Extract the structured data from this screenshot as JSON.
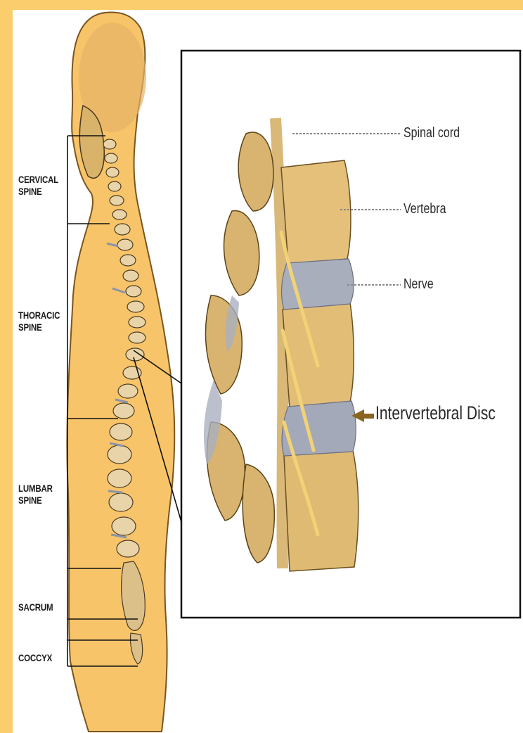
{
  "regions": [
    {
      "id": "cervical",
      "line1": "CERVICAL",
      "line2": "SPINE"
    },
    {
      "id": "thoracic",
      "line1": "THORACIC",
      "line2": "SPINE"
    },
    {
      "id": "lumbar",
      "line1": "LUMBAR",
      "line2": "SPINE"
    },
    {
      "id": "sacrum",
      "line1": "SACRUM",
      "line2": ""
    },
    {
      "id": "coccyx",
      "line1": "COCCYX",
      "line2": ""
    }
  ],
  "callouts": {
    "spinal_cord": "Spinal cord",
    "vertebra": "Vertebra",
    "nerve": "Nerve",
    "disc": "Intervertebral Disc"
  },
  "colors": {
    "frame": "#fccd6c",
    "body": "#f8c46a",
    "bone": "#e3c27a",
    "disc": "#a3a9b8",
    "nerve": "#f0d070"
  }
}
